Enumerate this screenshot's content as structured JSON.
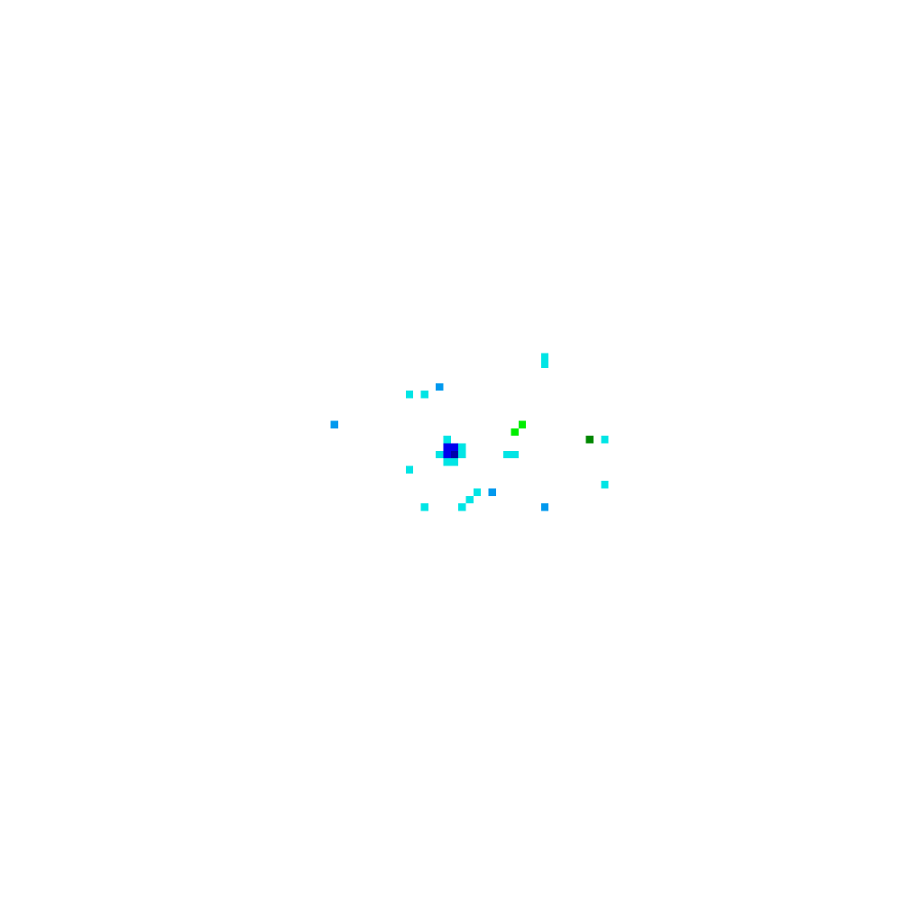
{
  "chart_data": {
    "type": "heatmap",
    "title": "",
    "xlabel": "",
    "ylabel": "",
    "grid": false,
    "legend": "none",
    "cells": [
      {
        "col": 72,
        "row": 47,
        "color": "#00e5e5"
      },
      {
        "col": 72,
        "row": 48,
        "color": "#00e5e5"
      },
      {
        "col": 58,
        "row": 51,
        "color": "#0099ee"
      },
      {
        "col": 54,
        "row": 52,
        "color": "#00e5e5"
      },
      {
        "col": 56,
        "row": 52,
        "color": "#00e5e5"
      },
      {
        "col": 44,
        "row": 56,
        "color": "#0099ee"
      },
      {
        "col": 69,
        "row": 56,
        "color": "#00ee00"
      },
      {
        "col": 68,
        "row": 57,
        "color": "#00ee00"
      },
      {
        "col": 59,
        "row": 58,
        "color": "#00e5e5"
      },
      {
        "col": 78,
        "row": 58,
        "color": "#008800"
      },
      {
        "col": 80,
        "row": 58,
        "color": "#00e5e5"
      },
      {
        "col": 59,
        "row": 59,
        "color": "#0000ee"
      },
      {
        "col": 60,
        "row": 59,
        "color": "#0000ee"
      },
      {
        "col": 61,
        "row": 59,
        "color": "#00e5e5"
      },
      {
        "col": 58,
        "row": 60,
        "color": "#00e5e5"
      },
      {
        "col": 59,
        "row": 60,
        "color": "#0000ee"
      },
      {
        "col": 60,
        "row": 60,
        "color": "#0000aa"
      },
      {
        "col": 61,
        "row": 60,
        "color": "#00e5e5"
      },
      {
        "col": 67,
        "row": 60,
        "color": "#00e5e5"
      },
      {
        "col": 68,
        "row": 60,
        "color": "#00e5e5"
      },
      {
        "col": 59,
        "row": 61,
        "color": "#00e5e5"
      },
      {
        "col": 60,
        "row": 61,
        "color": "#00e5e5"
      },
      {
        "col": 54,
        "row": 62,
        "color": "#00e5e5"
      },
      {
        "col": 80,
        "row": 64,
        "color": "#00e5e5"
      },
      {
        "col": 63,
        "row": 65,
        "color": "#00e5e5"
      },
      {
        "col": 65,
        "row": 65,
        "color": "#0099ee"
      },
      {
        "col": 62,
        "row": 66,
        "color": "#00e5e5"
      },
      {
        "col": 56,
        "row": 67,
        "color": "#00e5e5"
      },
      {
        "col": 61,
        "row": 67,
        "color": "#00e5e5"
      },
      {
        "col": 72,
        "row": 67,
        "color": "#0099ee"
      }
    ]
  }
}
